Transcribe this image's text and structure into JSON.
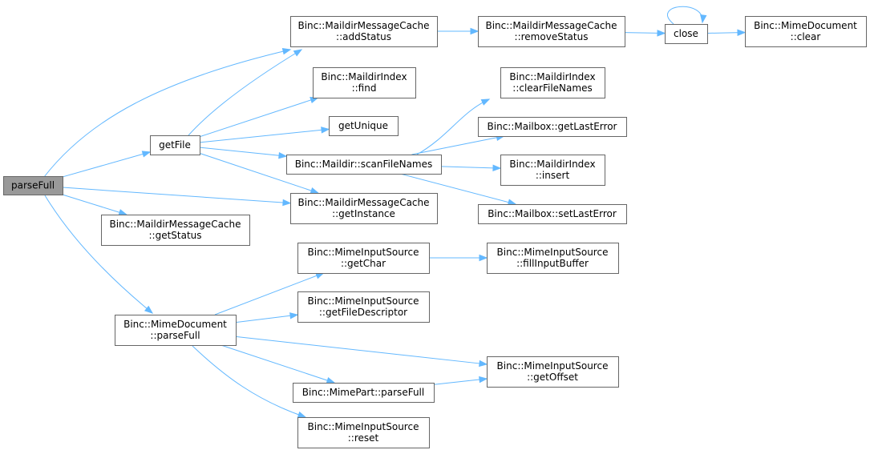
{
  "diagram": {
    "nodes": [
      {
        "id": "parseFull",
        "lines": [
          "parseFull"
        ],
        "root": true
      },
      {
        "id": "getFile",
        "lines": [
          "getFile"
        ]
      },
      {
        "id": "addStatus",
        "lines": [
          "Binc::MaildirMessageCache",
          "::addStatus"
        ]
      },
      {
        "id": "removeStatus",
        "lines": [
          "Binc::MaildirMessageCache",
          "::removeStatus"
        ]
      },
      {
        "id": "close",
        "lines": [
          "close"
        ]
      },
      {
        "id": "mdClear",
        "lines": [
          "Binc::MimeDocument",
          "::clear"
        ]
      },
      {
        "id": "find",
        "lines": [
          "Binc::MaildirIndex",
          "::find"
        ]
      },
      {
        "id": "getUnique",
        "lines": [
          "getUnique"
        ]
      },
      {
        "id": "scanFileNames",
        "lines": [
          "Binc::Maildir::scanFileNames"
        ]
      },
      {
        "id": "clearFileNames",
        "lines": [
          "Binc::MaildirIndex",
          "::clearFileNames"
        ]
      },
      {
        "id": "getLastError",
        "lines": [
          "Binc::Mailbox::getLastError"
        ]
      },
      {
        "id": "insert",
        "lines": [
          "Binc::MaildirIndex",
          "::insert"
        ]
      },
      {
        "id": "setLastError",
        "lines": [
          "Binc::Mailbox::setLastError"
        ]
      },
      {
        "id": "getInstance",
        "lines": [
          "Binc::MaildirMessageCache",
          "::getInstance"
        ]
      },
      {
        "id": "getStatus",
        "lines": [
          "Binc::MaildirMessageCache",
          "::getStatus"
        ]
      },
      {
        "id": "mdParseFull",
        "lines": [
          "Binc::MimeDocument",
          "::parseFull"
        ]
      },
      {
        "id": "getChar",
        "lines": [
          "Binc::MimeInputSource",
          "::getChar"
        ]
      },
      {
        "id": "fillInputBuffer",
        "lines": [
          "Binc::MimeInputSource",
          "::fillInputBuffer"
        ]
      },
      {
        "id": "getFileDescriptor",
        "lines": [
          "Binc::MimeInputSource",
          "::getFileDescriptor"
        ]
      },
      {
        "id": "getOffset",
        "lines": [
          "Binc::MimeInputSource",
          "::getOffset"
        ]
      },
      {
        "id": "mpParseFull",
        "lines": [
          "Binc::MimePart::parseFull"
        ]
      },
      {
        "id": "reset",
        "lines": [
          "Binc::MimeInputSource",
          "::reset"
        ]
      }
    ],
    "edges": [
      {
        "from": "parseFull",
        "to": "getFile"
      },
      {
        "from": "parseFull",
        "to": "addStatus"
      },
      {
        "from": "parseFull",
        "to": "getInstance"
      },
      {
        "from": "parseFull",
        "to": "getStatus"
      },
      {
        "from": "parseFull",
        "to": "mdParseFull"
      },
      {
        "from": "getFile",
        "to": "addStatus"
      },
      {
        "from": "getFile",
        "to": "find"
      },
      {
        "from": "getFile",
        "to": "getUnique"
      },
      {
        "from": "getFile",
        "to": "scanFileNames"
      },
      {
        "from": "getFile",
        "to": "getInstance"
      },
      {
        "from": "addStatus",
        "to": "removeStatus"
      },
      {
        "from": "removeStatus",
        "to": "close"
      },
      {
        "from": "close",
        "to": "close"
      },
      {
        "from": "close",
        "to": "mdClear"
      },
      {
        "from": "scanFileNames",
        "to": "clearFileNames"
      },
      {
        "from": "scanFileNames",
        "to": "getLastError"
      },
      {
        "from": "scanFileNames",
        "to": "insert"
      },
      {
        "from": "scanFileNames",
        "to": "setLastError"
      },
      {
        "from": "mdParseFull",
        "to": "getChar"
      },
      {
        "from": "mdParseFull",
        "to": "getFileDescriptor"
      },
      {
        "from": "mdParseFull",
        "to": "getOffset"
      },
      {
        "from": "mdParseFull",
        "to": "mpParseFull"
      },
      {
        "from": "mdParseFull",
        "to": "reset"
      },
      {
        "from": "getChar",
        "to": "fillInputBuffer"
      },
      {
        "from": "mpParseFull",
        "to": "getOffset"
      }
    ]
  },
  "colors": {
    "edge": "#63b8ff",
    "node_border": "#666666",
    "root_fill": "#999999",
    "node_fill": "#ffffff"
  }
}
